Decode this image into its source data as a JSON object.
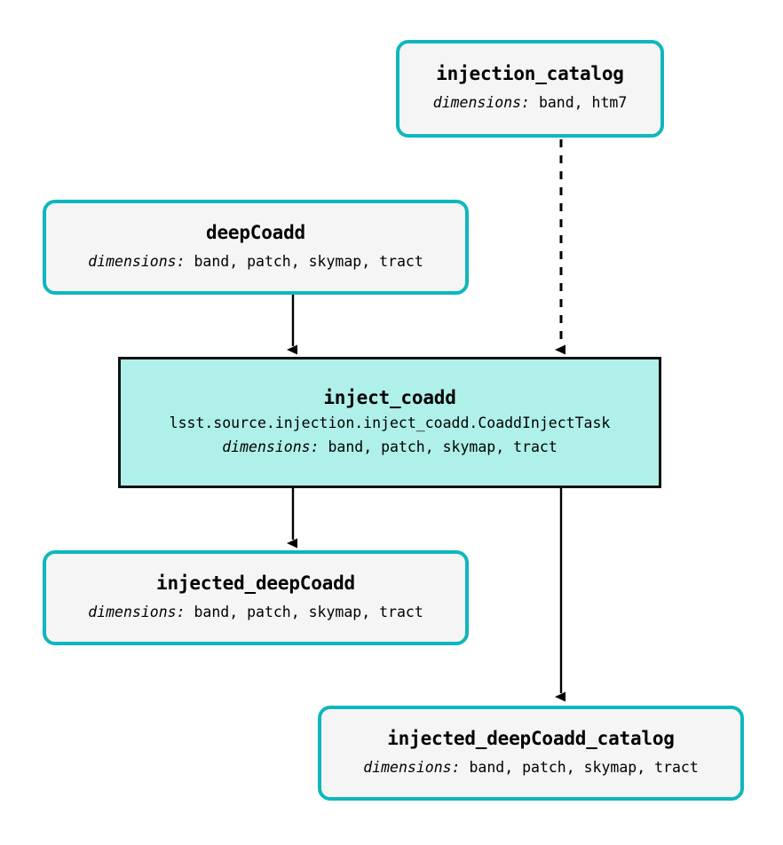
{
  "diagram": {
    "type": "pipeline-dag",
    "title": "",
    "colors": {
      "dataset_border": "#0eb7bd",
      "dataset_fill": "#f5f5f5",
      "task_border": "#111111",
      "task_fill": "#aff0ea",
      "edge": "#000000"
    },
    "dimensions_label": "dimensions:"
  },
  "nodes": [
    {
      "id": "injection_catalog",
      "kind": "dataset",
      "title": "injection_catalog",
      "dimensions": "band, htm7",
      "class_path": ""
    },
    {
      "id": "deepCoadd",
      "kind": "dataset",
      "title": "deepCoadd",
      "dimensions": "band, patch, skymap, tract",
      "class_path": ""
    },
    {
      "id": "inject_coadd",
      "kind": "task",
      "title": "inject_coadd",
      "class_path": "lsst.source.injection.inject_coadd.CoaddInjectTask",
      "dimensions": "band, patch, skymap, tract"
    },
    {
      "id": "injected_deepCoadd",
      "kind": "dataset",
      "title": "injected_deepCoadd",
      "dimensions": "band, patch, skymap, tract",
      "class_path": ""
    },
    {
      "id": "injected_deepCoadd_catalog",
      "kind": "dataset",
      "title": "injected_deepCoadd_catalog",
      "dimensions": "band, patch, skymap, tract",
      "class_path": ""
    }
  ],
  "edges": [
    {
      "id": "e1",
      "from": "injection_catalog",
      "to": "inject_coadd",
      "style": "dashed"
    },
    {
      "id": "e2",
      "from": "deepCoadd",
      "to": "inject_coadd",
      "style": "solid"
    },
    {
      "id": "e3",
      "from": "inject_coadd",
      "to": "injected_deepCoadd",
      "style": "solid"
    },
    {
      "id": "e4",
      "from": "inject_coadd",
      "to": "injected_deepCoadd_catalog",
      "style": "solid"
    }
  ]
}
